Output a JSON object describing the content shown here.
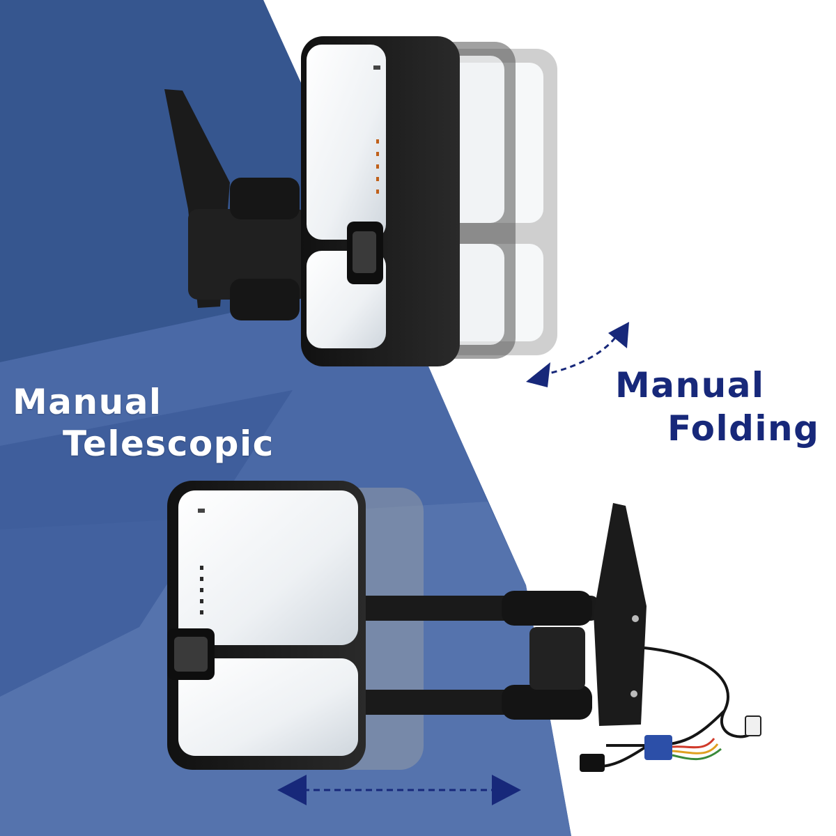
{
  "labels": {
    "telescopic_line1": "Manual",
    "telescopic_line2": "Telescopic",
    "folding_line1": "Manual",
    "folding_line2": "Folding"
  },
  "colors": {
    "background": "#ffffff",
    "panel_blue": "#3f5f9e",
    "panel_blue_dark": "#2f4c8a",
    "panel_blue_light": "#5b78b2",
    "label_light": "#ffffff",
    "label_dark": "#17287a",
    "arrow": "#17287a",
    "mirror_housing": "#1c1c1c",
    "mirror_glass": "#f4f6f8"
  },
  "icons": {
    "folding_arrow": "curved-double-arrow-icon",
    "telescopic_arrow": "straight-double-arrow-icon"
  }
}
